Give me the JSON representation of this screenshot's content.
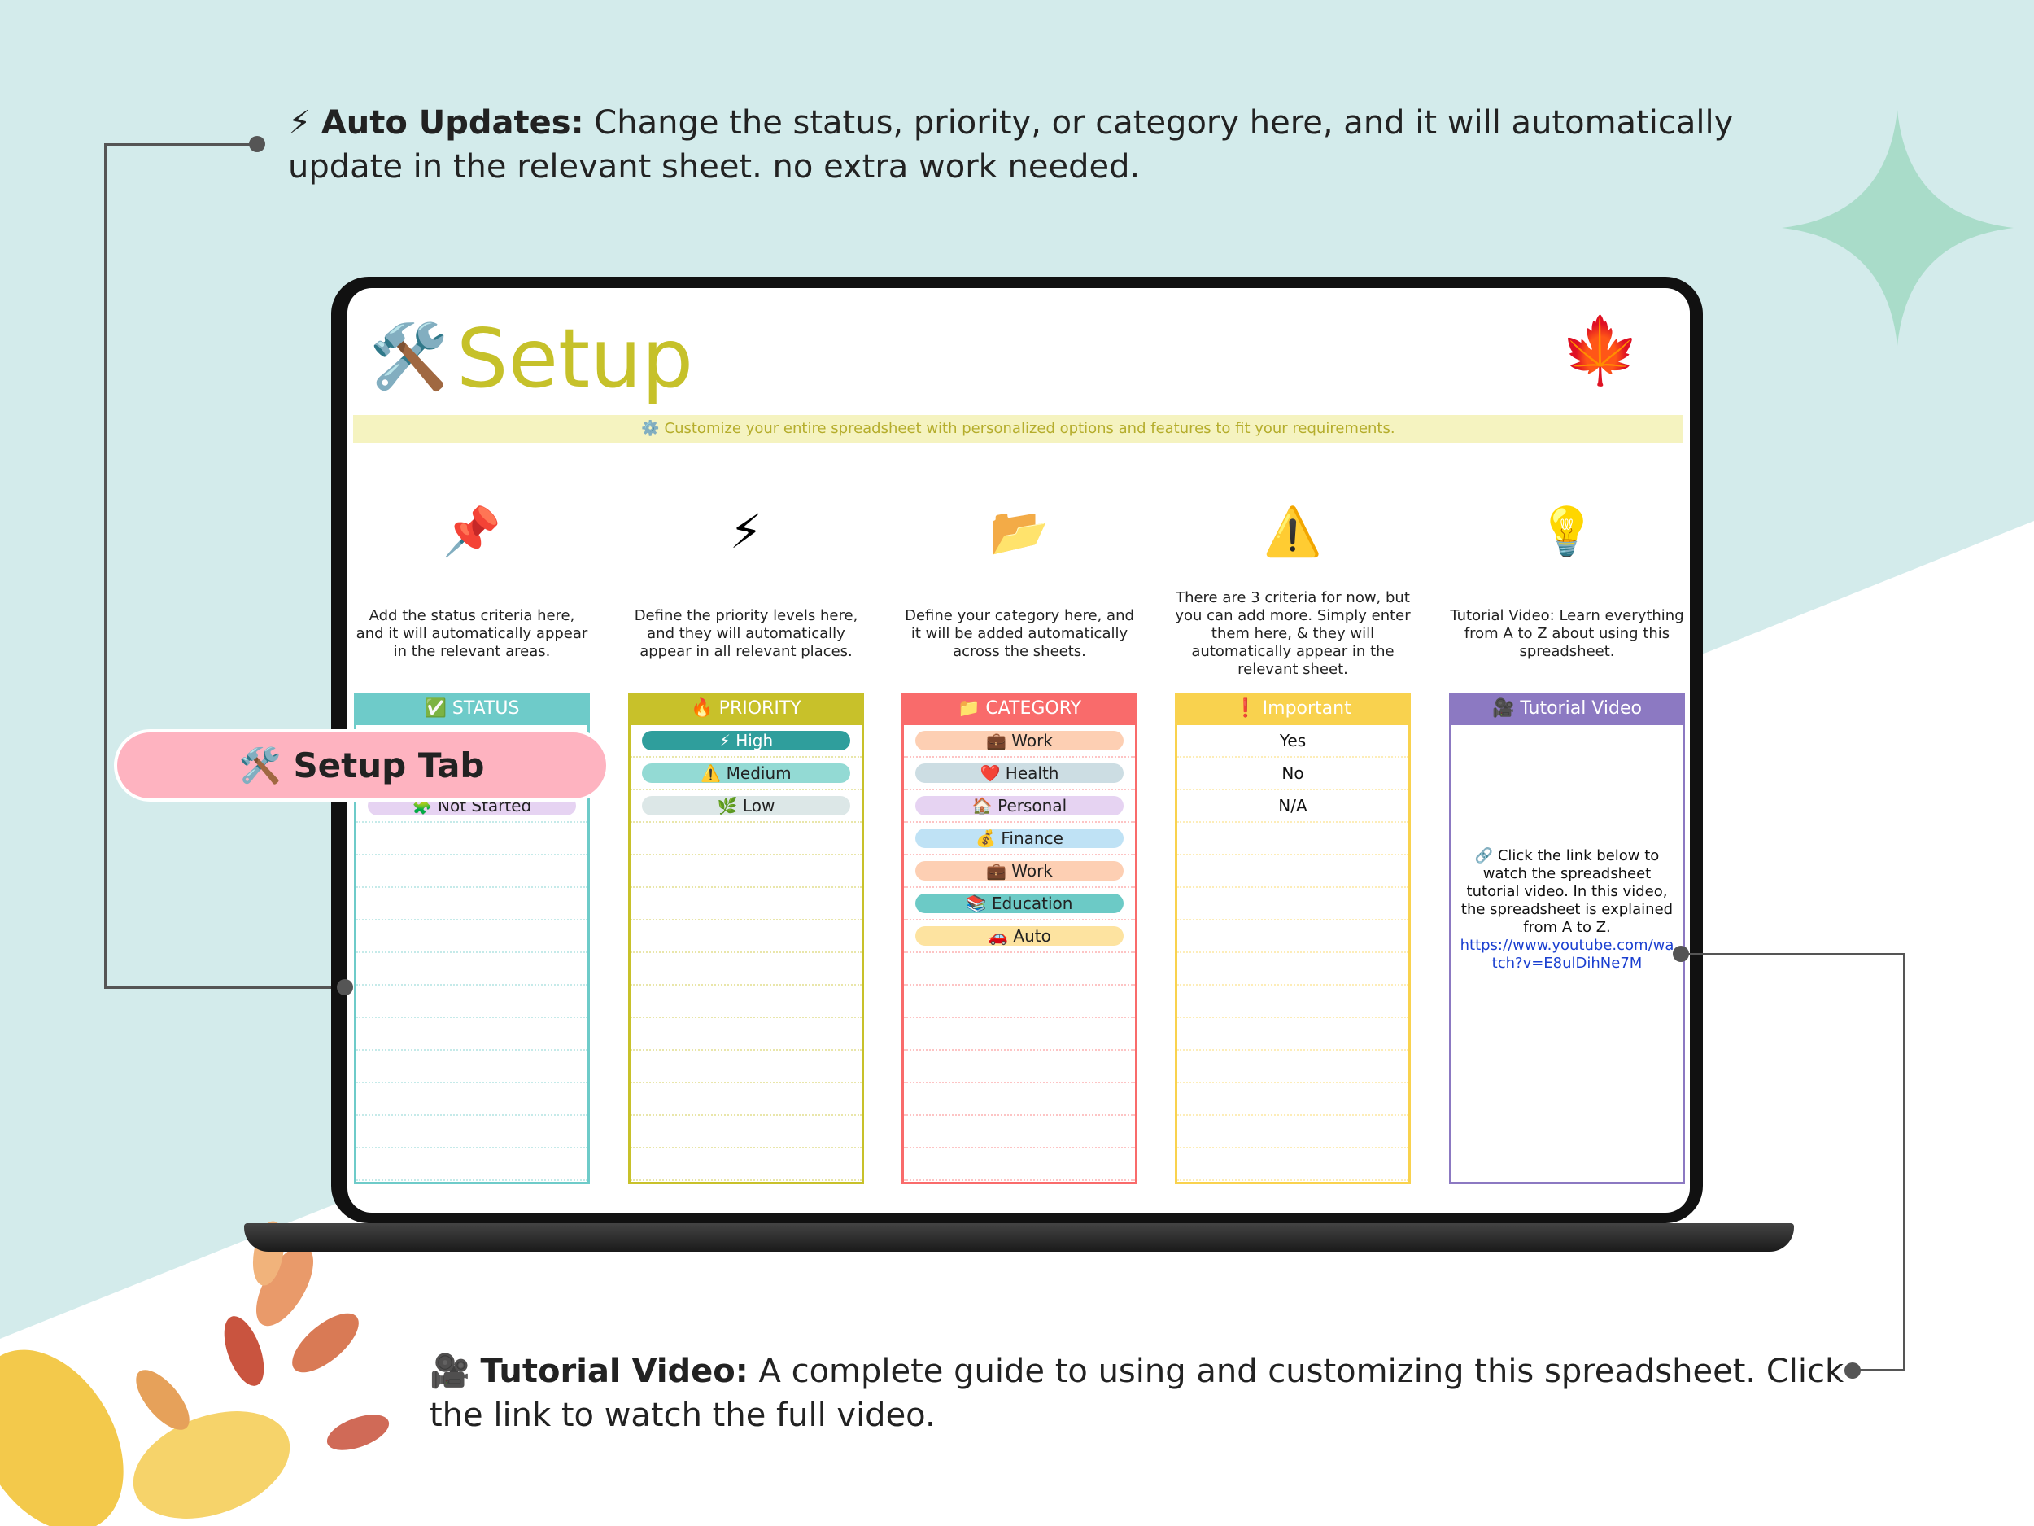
{
  "callouts": {
    "auto_updates": {
      "icon": "⚡",
      "title": "Auto Updates:",
      "text": " Change the status, priority, or category here, and it will automatically update in the relevant sheet. no extra work needed."
    },
    "tutorial": {
      "icon": "🎥",
      "title": "Tutorial Video:",
      "text": " A complete guide to using and customizing this spreadsheet. Click the link to watch the full video."
    },
    "setup_tab": {
      "icon": "🛠️",
      "label": "Setup Tab"
    }
  },
  "sheet": {
    "title_icon": "🛠️",
    "title": "Setup",
    "corner_icon": "🍁",
    "banner": "⚙️ Customize your entire spreadsheet with personalized options and features to fit your requirements.",
    "sections": [
      {
        "icon": "📌",
        "desc": "Add the status criteria here, and it will automatically appear in the relevant areas."
      },
      {
        "icon": "⚡",
        "desc": "Define the priority levels here, and they will automatically appear in all relevant places."
      },
      {
        "icon": "📂",
        "desc": "Define your category here, and it will be added automatically across the sheets."
      },
      {
        "icon": "⚠️",
        "desc": "There are 3 criteria for now, but you can add more. Simply enter them here, & they will automatically appear in the relevant sheet."
      },
      {
        "icon": "💡",
        "desc": "Tutorial Video: Learn everything from A to Z about using this spreadsheet."
      }
    ],
    "status": {
      "header": "✅ STATUS",
      "items": [
        {
          "label": "🧩 Not Started",
          "color": "#e6d3f2"
        }
      ]
    },
    "priority": {
      "header": "🔥 PRIORITY",
      "items": [
        {
          "label": "⚡ High",
          "color": "#2f9e9c"
        },
        {
          "label": "⚠️ Medium",
          "color": "#93dad4"
        },
        {
          "label": "🌿 Low",
          "color": "#dce7e7"
        }
      ]
    },
    "category": {
      "header": "📁 CATEGORY",
      "items": [
        {
          "label": "💼 Work",
          "color": "#fdcfb3"
        },
        {
          "label": "❤️ Health",
          "color": "#ccdde3"
        },
        {
          "label": "🏠 Personal",
          "color": "#e6d3f2"
        },
        {
          "label": "💰 Finance",
          "color": "#bfe2f5"
        },
        {
          "label": "💼 Work",
          "color": "#fdcfb3"
        },
        {
          "label": "📚 Education",
          "color": "#6ccac6"
        },
        {
          "label": "🚗 Auto",
          "color": "#fde3a0"
        }
      ]
    },
    "important": {
      "header": "❗ Important",
      "items": [
        "Yes",
        "No",
        "N/A"
      ]
    },
    "tutorial": {
      "header": "🎥 Tutorial Video",
      "text": "🔗 Click the link below to watch the spreadsheet tutorial video. In this video, the spreadsheet is explained from A to Z.",
      "link": "https://www.youtube.com/watch?v=E8ulDihNe7M"
    }
  },
  "colors": {
    "status": "#6ecbc9",
    "priority": "#c8c12a",
    "category": "#f96b6b",
    "important": "#f9d24e",
    "tutorial": "#8c79c2",
    "title": "#c6c12a",
    "setup_tab": "#feb3c0"
  }
}
